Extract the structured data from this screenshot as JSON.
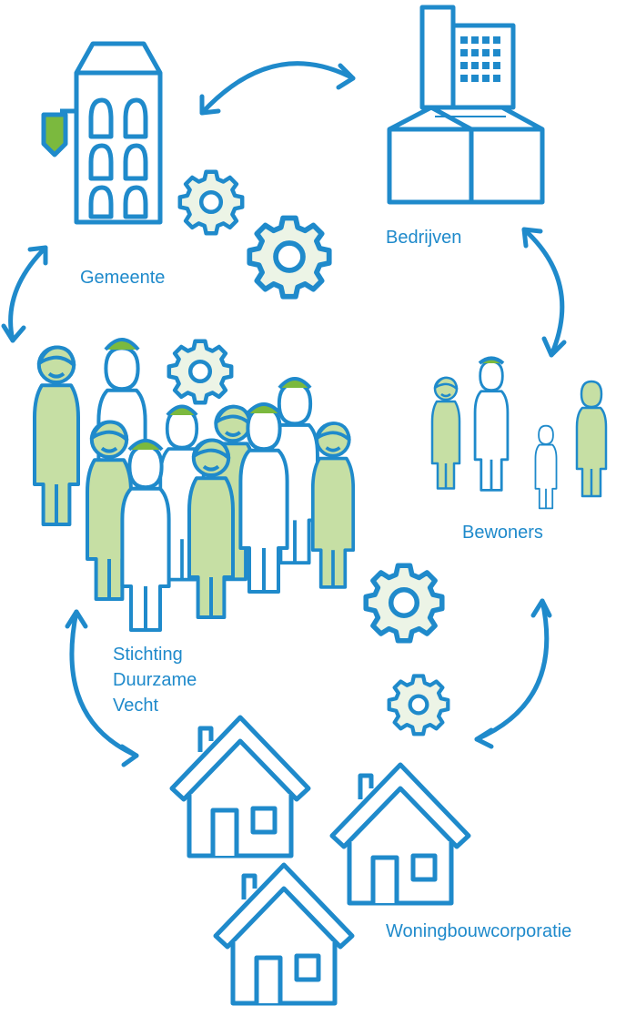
{
  "colors": {
    "stroke": "#1f8acb",
    "green_fill": "#c6dfa4",
    "green_accent": "#7bb93e",
    "gear_fill": "#ecf4e6",
    "label": "#1f8acb"
  },
  "nodes": {
    "gemeente": {
      "label": "Gemeente",
      "icon": "town-hall-icon"
    },
    "bedrijven": {
      "label": "Bedrijven",
      "icon": "office-building-icon"
    },
    "bewoners": {
      "label": "Bewoners",
      "icon": "family-icon"
    },
    "stichting": {
      "label_lines": [
        "Stichting",
        "Duurzame",
        "Vecht"
      ],
      "icon": "crowd-icon"
    },
    "woningbouwcorporatie": {
      "label": "Woningbouwcorporatie",
      "icon": "houses-icon"
    }
  }
}
